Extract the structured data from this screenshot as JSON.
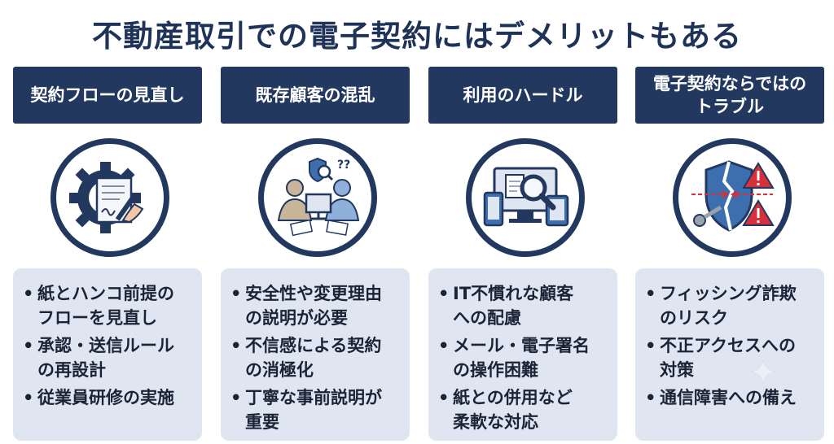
{
  "title": "不動産取引での電子契約にはデメリットもある",
  "columns": [
    {
      "header": "契約フローの見直し",
      "icon": "gear-document-pen-icon",
      "bullets": [
        "紙とハンコ前提の\nフローを見直し",
        "承認・送信ルール\nの再設計",
        "従業員研修の実施"
      ]
    },
    {
      "header": "既存顧客の混乱",
      "icon": "confused-customers-icon",
      "bullets": [
        "安全性や変更理由\nの説明が必要",
        "不信感による契約\nの消極化",
        "丁寧な事前説明が\n重要"
      ]
    },
    {
      "header": "利用のハードル",
      "icon": "devices-magnifier-icon",
      "bullets": [
        "IT不慣れな顧客\nへの配慮",
        "メール・電子署名\nの操作困難",
        "紙との併用など\n柔軟な対応"
      ]
    },
    {
      "header": "電子契約ならではの\nトラブル",
      "icon": "broken-shield-warning-icon",
      "bullets": [
        "フィッシング詐欺\nのリスク",
        "不正アクセスへの\n対策",
        "通信障害への備え"
      ]
    }
  ],
  "bullet_mark": "•",
  "colors": {
    "navy": "#22385e",
    "panel": "#dfe6f2",
    "warning": "#d6303a",
    "shield": "#3d6fae"
  }
}
